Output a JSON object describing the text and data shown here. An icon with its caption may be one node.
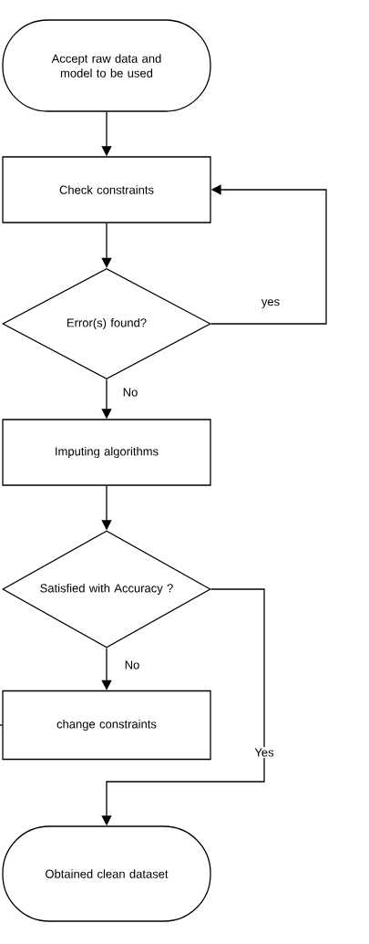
{
  "diagram": {
    "nodes": [
      {
        "text": [
          "Accept raw data and model to be used"
        ]
      },
      {
        "text": [
          "Check constraints"
        ]
      },
      {
        "text": [
          "Error(s) found?"
        ]
      },
      {
        "text": [
          "Imputing algorithms"
        ]
      },
      {
        "text": [
          "Satisfied with Accuracy ?"
        ]
      },
      {
        "text": [
          "change constraints"
        ]
      },
      {
        "text": [
          "Obtained clean dataset"
        ]
      }
    ],
    "edges": [
      {
        "from": 0,
        "to": 1,
        "arrow": "to"
      },
      {
        "from": 1,
        "to": 2,
        "arrow": "to"
      },
      {
        "from": 2,
        "to": 1,
        "arrow": "to",
        "label": "yes"
      },
      {
        "from": 2,
        "to": 3,
        "arrow": "to",
        "label": "No"
      },
      {
        "from": 3,
        "to": 4,
        "arrow": "to"
      },
      {
        "from": 4,
        "to": 5,
        "arrow": "to",
        "label": "No"
      },
      {
        "from": 4,
        "to": 6,
        "arrow": "to",
        "label": "Yes"
      },
      {
        "from": 5,
        "to": null,
        "arrow": "none"
      }
    ]
  }
}
